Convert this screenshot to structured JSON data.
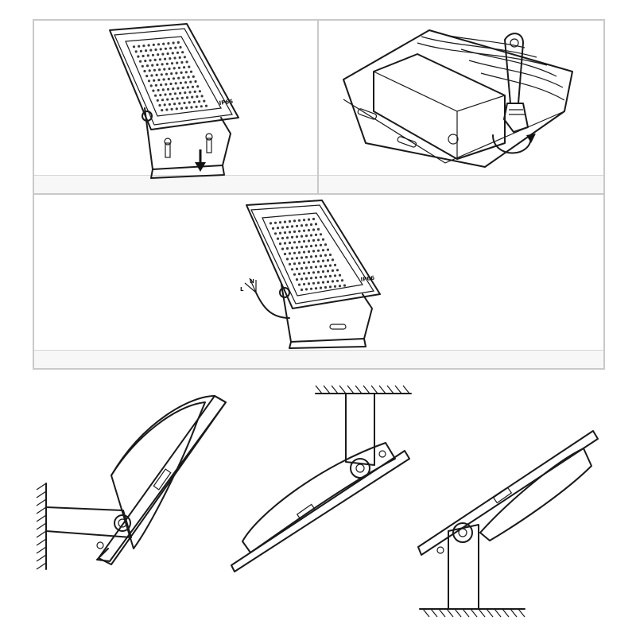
{
  "figures": {
    "step_remove_screws": {
      "ip_rating": "IP66"
    },
    "step_wiring": {
      "ip_rating": "IP66",
      "wire_label_live": "L",
      "wire_label_neutral": "N"
    }
  },
  "colors": {
    "line": "#1a1a1a",
    "panel_border": "#c9c9c9",
    "dark_body": "#4a4a4a"
  }
}
